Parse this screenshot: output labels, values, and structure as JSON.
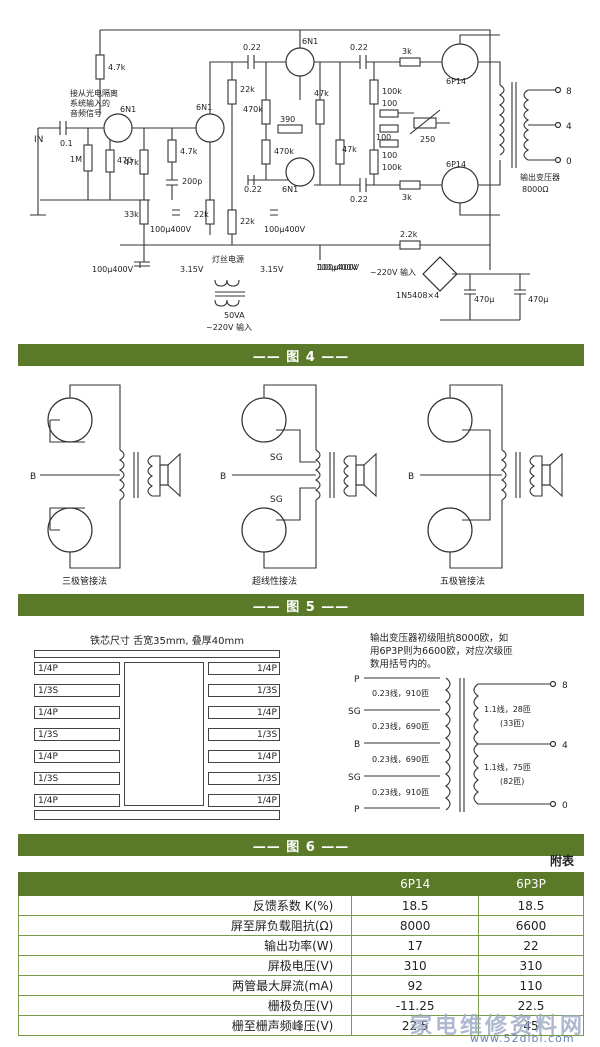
{
  "fig4": {
    "caption": "—— 图 4 ——",
    "labels": {
      "input_note_1": "接从光电隔离",
      "input_note_2": "系统输入的",
      "input_note_3": "音频信号",
      "in": "IN",
      "c01": "0.1",
      "r1m": "1M",
      "r470": "470",
      "r4_7k_top": "4.7k",
      "tube1": "6N1",
      "tube2": "6N1",
      "tube3": "6N1",
      "tube4": "6N1",
      "r47k": "47k",
      "r4_7k_mid": "4.7k",
      "c200p": "200p",
      "r33k": "33k",
      "c100u_1": "100μ400V",
      "c100u_2": "100μ400V",
      "c022_a": "0.22",
      "c022_b": "0.22",
      "r22k_a": "22k",
      "r470k": "470k",
      "r390": "390",
      "r470k_b": "470k",
      "r22k_b": "22k",
      "r22k_c": "22k",
      "c100u_3": "100μ400V",
      "r47k_b": "47k",
      "r47k_c": "47k",
      "c022_c": "0.22",
      "c022_d": "0.22",
      "r3k_a": "3k",
      "r3k_b": "3k",
      "r100k_a": "100k",
      "r100k_b": "100k",
      "r100_a": "100",
      "r100_b": "100",
      "r100_c": "100",
      "r250": "250",
      "out_tube_a": "6P14",
      "out_tube_b": "6P14",
      "tap8": "8",
      "tap4": "4",
      "tap0": "0",
      "transformer_name": "输出变压器",
      "transformer_imp": "8000Ω",
      "r2_2k": "2.2k",
      "ac_in": "~220V 输入",
      "rect": "1N5408×4",
      "c470_a": "470μ",
      "c470_b": "470μ",
      "c100u_4": "100μ400V",
      "c100u_5": "100μ400V",
      "filament_title": "灯丝电源",
      "fil_v1": "3.15V",
      "fil_v2": "3.15V",
      "fil_va": "50VA",
      "fil_in": "~220V 输入"
    }
  },
  "fig5": {
    "caption": "—— 图 5 ——",
    "triode": "三极管接法",
    "ultra": "超线性接法",
    "pentode": "五极管接法",
    "b": "B",
    "sg": "SG"
  },
  "fig6": {
    "caption": "—— 图 6 ——",
    "core_note": "铁芯尺寸 舌宽35mm, 叠厚40mm",
    "left_layers": [
      "1/4P",
      "1/3S",
      "1/4P",
      "1/3S",
      "1/4P",
      "1/3S",
      "1/4P"
    ],
    "right_layers": [
      "1/4P",
      "1/3S",
      "1/4P",
      "1/3S",
      "1/4P",
      "1/3S",
      "1/4P"
    ],
    "note_1": "输出变压器初级阻抗8000欧，如",
    "note_2": "用6P3P则为6600欧，对应次级匝",
    "note_3": "数用括号内的。",
    "pins": [
      "P",
      "SG",
      "B",
      "SG",
      "P"
    ],
    "wind_left": [
      "0.23线，910匝",
      "0.23线，690匝",
      "0.23线，690匝",
      "0.23线，910匝"
    ],
    "wind_right_1": "1.1线，28匝",
    "wind_right_1b": "(33匝)",
    "wind_right_2": "1.1线，75匝",
    "wind_right_2b": "(82匝)",
    "taps": [
      "8",
      "4",
      "0"
    ]
  },
  "table": {
    "attach": "附表",
    "headers": [
      "",
      "6P14",
      "6P3P"
    ],
    "rows": [
      [
        "反馈系数 K(%)",
        "18.5",
        "18.5"
      ],
      [
        "屏至屏负载阻抗(Ω)",
        "8000",
        "6600"
      ],
      [
        "输出功率(W)",
        "17",
        "22"
      ],
      [
        "屏极电压(V)",
        "310",
        "310"
      ],
      [
        "两管最大屏流(mA)",
        "92",
        "110"
      ],
      [
        "栅极负压(V)",
        "-11.25",
        "22.5"
      ],
      [
        "栅至栅声频峰压(V)",
        "22.5",
        "45"
      ]
    ]
  },
  "watermark": {
    "text": "家电维修资料网",
    "url": "www.52dibi.com"
  }
}
